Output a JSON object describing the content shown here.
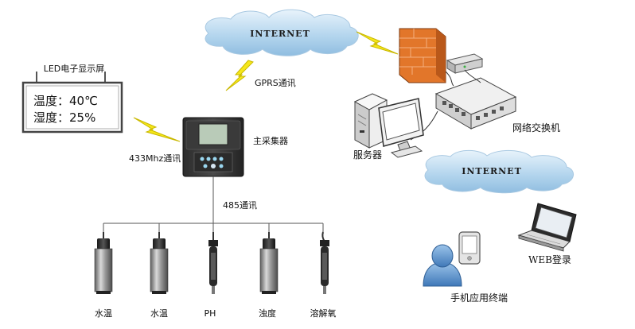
{
  "clouds": {
    "top": "INTERNET",
    "bottom": "INTERNET"
  },
  "led": {
    "title": "LED电子显示屏",
    "line1": "温度：40℃",
    "line2": "湿度：25%"
  },
  "links": {
    "gprs": "GPRS通讯",
    "mhz433": "433Mhz通讯",
    "rs485": "485通讯"
  },
  "devices": {
    "collector": "主采集器",
    "server": "服务器",
    "switch": "网络交换机",
    "web": "WEB登录",
    "mobile": "手机应用终端"
  },
  "sensors": [
    "水温",
    "水温",
    "PH",
    "浊度",
    "溶解氧"
  ]
}
